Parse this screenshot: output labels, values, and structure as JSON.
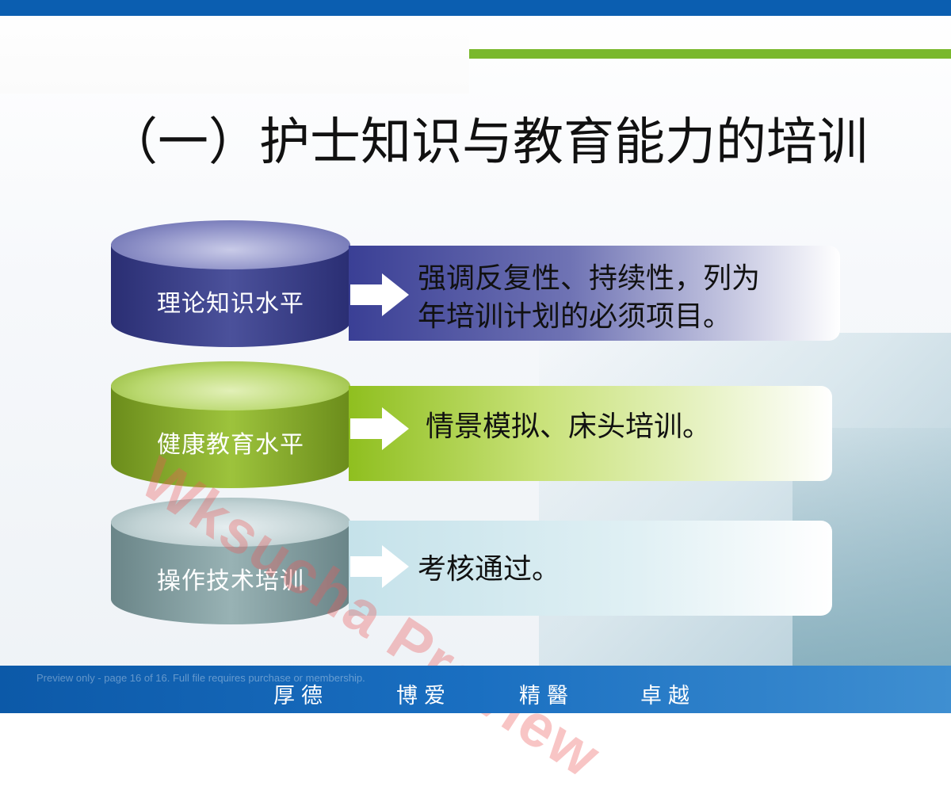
{
  "slide": {
    "title": "（一）护士知识与教育能力的培训",
    "items": [
      {
        "label": "理论知识水平",
        "text_line1": "强调反复性、持续性，列为",
        "text_line2": "年培训计划的必须项目。"
      },
      {
        "label": "健康教育水平",
        "text_line1": "情景模拟、床头培训。"
      },
      {
        "label": "操作技术培训",
        "text_line1": "考核通过。"
      }
    ]
  },
  "footer": {
    "motto": [
      "厚德",
      "博爱",
      "精醫",
      "卓越"
    ],
    "preview_note": "Preview only - page 16 of 16. Full file requires purchase or membership."
  },
  "watermark": "Wksucha Preview",
  "colors": {
    "top_bar": "#0b5eb0",
    "accent_green": "#7ab82c",
    "bottom_bar": "#1a6fc1"
  }
}
